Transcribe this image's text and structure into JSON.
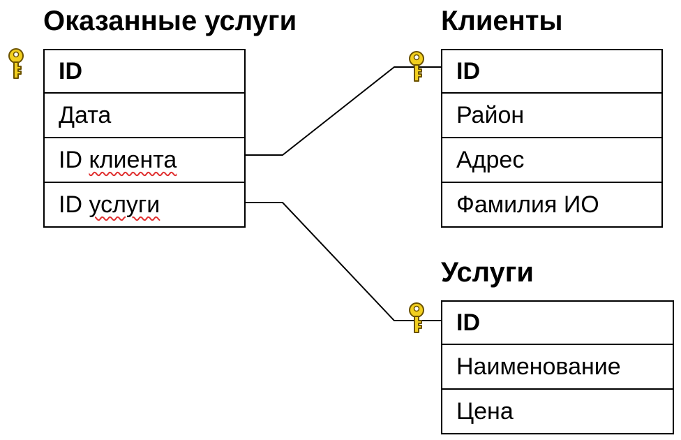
{
  "tables": [
    {
      "id": "orders",
      "title": "Оказанные услуги",
      "fields": [
        {
          "label": "ID",
          "primary_key": true
        },
        {
          "label": "Дата",
          "primary_key": false
        },
        {
          "label": "ID",
          "label_rest": "клиента",
          "primary_key": false,
          "spellcheck_flagged": true
        },
        {
          "label": "ID",
          "label_rest": "услуги",
          "primary_key": false,
          "spellcheck_flagged": true
        }
      ]
    },
    {
      "id": "clients",
      "title": "Клиенты",
      "fields": [
        {
          "label": "ID",
          "primary_key": true
        },
        {
          "label": "Район",
          "primary_key": false
        },
        {
          "label": "Адрес",
          "primary_key": false
        },
        {
          "label": "Фамилия ИО",
          "primary_key": false
        }
      ]
    },
    {
      "id": "services",
      "title": "Услуги",
      "fields": [
        {
          "label": "ID",
          "primary_key": true
        },
        {
          "label": "Наименование",
          "primary_key": false
        },
        {
          "label": "Цена",
          "primary_key": false
        }
      ]
    }
  ],
  "relationships": [
    {
      "from_table": "orders",
      "from_field": "ID клиента",
      "to_table": "clients",
      "to_field": "ID"
    },
    {
      "from_table": "orders",
      "from_field": "ID услуги",
      "to_table": "services",
      "to_field": "ID"
    }
  ],
  "icons": {
    "primary_key": "key-icon"
  },
  "colors": {
    "key_fill": "#f2cf1f",
    "key_stroke": "#6b5200",
    "spellcheck": "#e03030",
    "lines": "#000000"
  }
}
